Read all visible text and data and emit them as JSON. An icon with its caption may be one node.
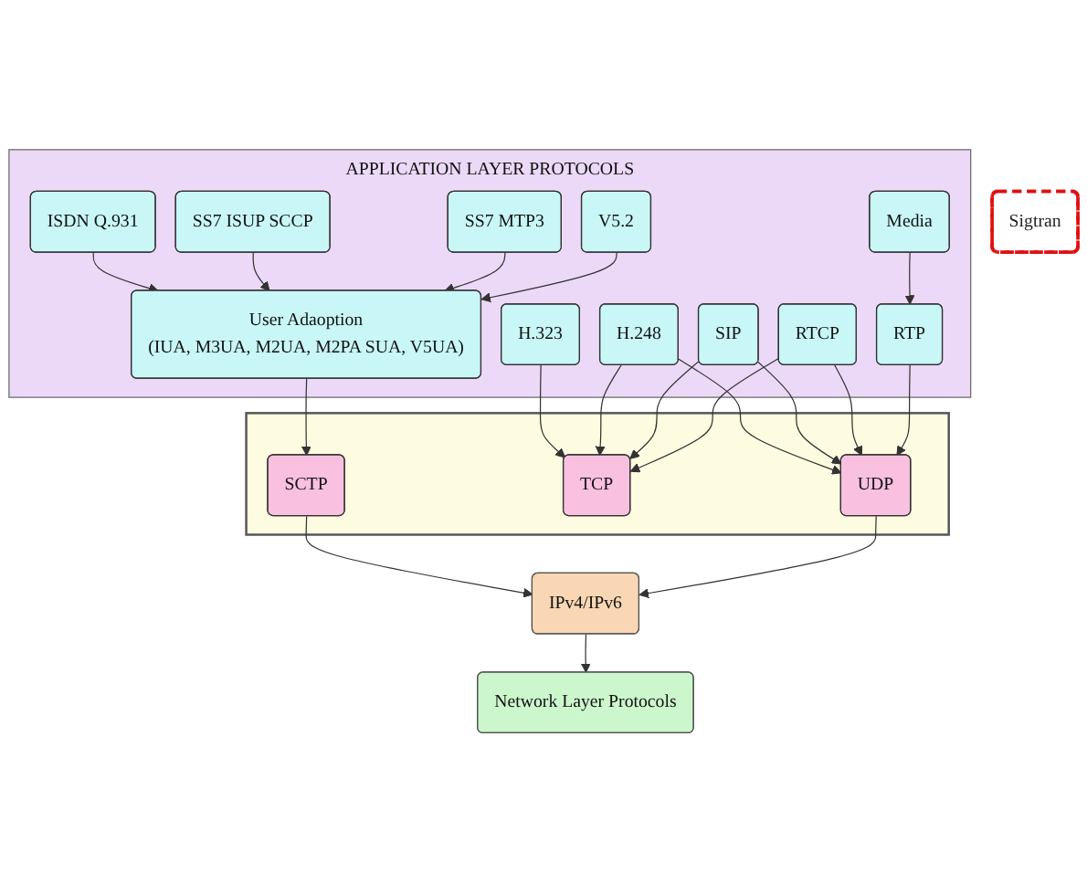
{
  "diagram": {
    "nodes": [
      {
        "text": [
          "APPLICATION LAYER PROTOCOLS"
        ]
      },
      {
        "text": [
          "ISDN Q.931"
        ],
        "in": 0
      },
      {
        "text": [
          "SS7 ISUP SCCP"
        ],
        "in": 0
      },
      {
        "text": [
          "SS7 MTP3"
        ],
        "in": 0
      },
      {
        "text": [
          "V5.2"
        ],
        "in": 0
      },
      {
        "text": [
          "User Adaoption",
          "(IUA, M3UA, M2UA, M2PA SUA, V5UA)"
        ],
        "in": 0
      },
      {
        "text": [
          "H.323"
        ],
        "in": 0
      },
      {
        "text": [
          "H.248"
        ],
        "in": 0
      },
      {
        "text": [
          "SIP"
        ],
        "in": 0
      },
      {
        "text": [
          "RTCP"
        ],
        "in": 0
      },
      {
        "text": [
          "Media"
        ],
        "in": 0
      },
      {
        "text": [
          "RTP"
        ],
        "in": 0
      },
      {
        "text": [
          "Sigtran"
        ]
      },
      {
        "text": [],
        "shape": "box"
      },
      {
        "text": [
          "SCTP"
        ],
        "in": 13
      },
      {
        "text": [
          "TCP"
        ],
        "in": 13
      },
      {
        "text": [
          "UDP"
        ],
        "in": 13
      },
      {
        "text": [
          "IPv4/IPv6"
        ]
      },
      {
        "text": [
          "Network Layer Protocols"
        ]
      }
    ],
    "edges": [
      {
        "from": 1,
        "to": 5,
        "arrow": "to"
      },
      {
        "from": 2,
        "to": 5,
        "arrow": "to"
      },
      {
        "from": 3,
        "to": 5,
        "arrow": "to"
      },
      {
        "from": 4,
        "to": 5,
        "arrow": "to"
      },
      {
        "from": 5,
        "to": 14,
        "arrow": "to"
      },
      {
        "from": 6,
        "to": 15,
        "arrow": "to"
      },
      {
        "from": 7,
        "to": 15,
        "arrow": "to"
      },
      {
        "from": 7,
        "to": 16,
        "arrow": "to"
      },
      {
        "from": 8,
        "to": 15,
        "arrow": "to"
      },
      {
        "from": 8,
        "to": 16,
        "arrow": "to"
      },
      {
        "from": 9,
        "to": 15,
        "arrow": "to"
      },
      {
        "from": 9,
        "to": 16,
        "arrow": "to"
      },
      {
        "from": 10,
        "to": 11,
        "arrow": "to"
      },
      {
        "from": 11,
        "to": 16,
        "arrow": "to"
      },
      {
        "from": 14,
        "to": 17,
        "arrow": "to"
      },
      {
        "from": 16,
        "to": 17,
        "arrow": "to"
      },
      {
        "from": 17,
        "to": 18,
        "arrow": "to"
      }
    ]
  }
}
